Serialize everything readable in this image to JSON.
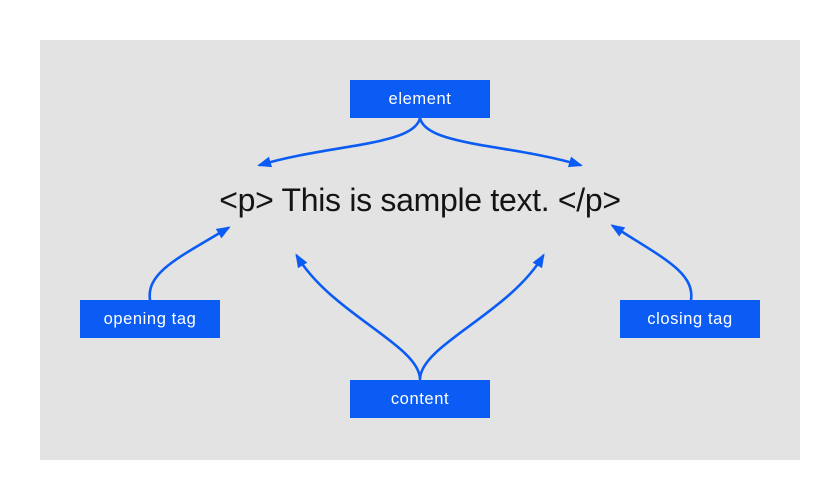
{
  "diagram": {
    "code_text": "<p> This is sample text. </p>",
    "labels": {
      "element": "element",
      "opening_tag": "opening tag",
      "closing_tag": "closing tag",
      "content": "content"
    }
  },
  "colors": {
    "accent": "#0b5cf5",
    "panel_bg": "#e3e3e3",
    "page_bg": "#ffffff",
    "code_text": "#141414",
    "label_text": "#ffffff"
  }
}
